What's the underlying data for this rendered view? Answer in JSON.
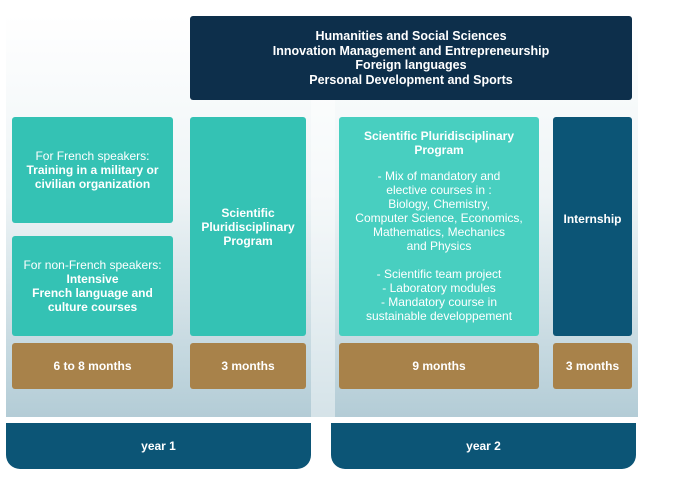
{
  "top_banner": {
    "lines": [
      "Humanities and Social Sciences",
      "Innovation Management and Entrepreneurship",
      "Foreign languages",
      "Personal Development and Sports"
    ]
  },
  "col1": {
    "french": {
      "line1": "For French speakers:",
      "line2": "Training in a military or",
      "line3": "civilian organization"
    },
    "non_french": {
      "line1": "For non-French speakers:",
      "line2": "Intensive",
      "line3": "French language and",
      "line4": "culture courses"
    }
  },
  "col2": {
    "line1": "Scientific",
    "line2": "Pluridisciplinary",
    "line3": "Program"
  },
  "col3": {
    "title1": "Scientific Pluridisciplinary",
    "title2": "Program",
    "lines": [
      "- Mix of mandatory and",
      "elective courses in :",
      "Biology, Chemistry,",
      "Computer Science, Economics,",
      "Mathematics, Mechanics",
      "and Physics"
    ],
    "lines2": [
      "- Scientific team project",
      "- Laboratory modules",
      "- Mandatory course in",
      "sustainable developpement"
    ]
  },
  "col4": {
    "label": "Internship"
  },
  "durations": [
    "6 to 8 months",
    "3 months",
    "9 months",
    "3 months"
  ],
  "years": [
    "year 1",
    "year 2"
  ],
  "colors": {
    "navy": "#0d2f4b",
    "teal": "#34c2b4",
    "blue": "#0c5576",
    "gold": "#a8824a"
  }
}
